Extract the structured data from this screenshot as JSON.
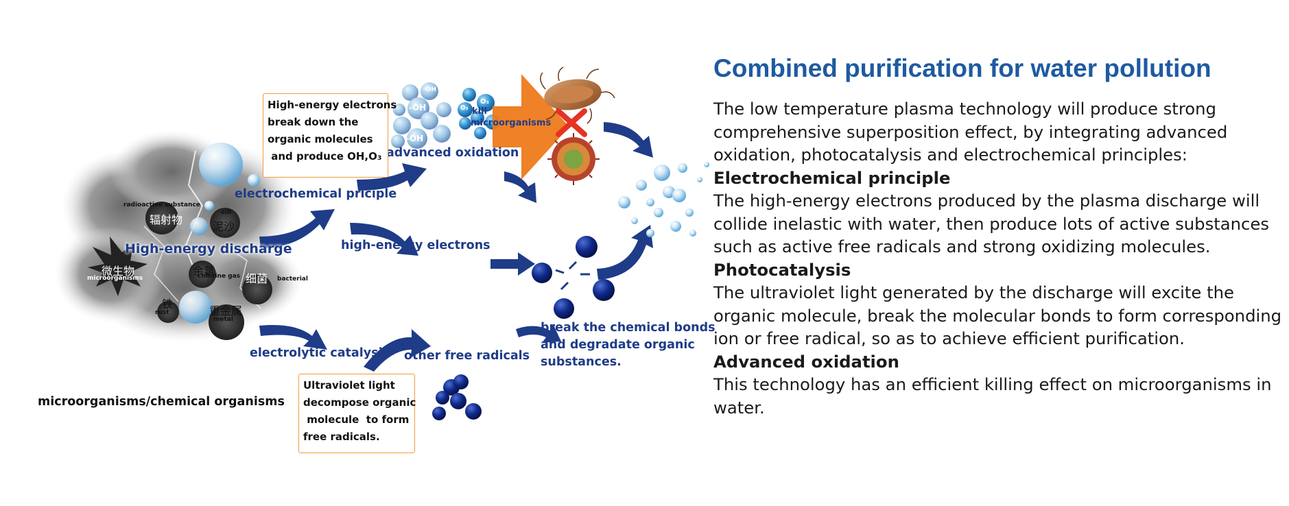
{
  "diagram": {
    "source_label": "microorganisms/chemical organisms",
    "center_label": "High-energy discharge",
    "pollutants": [
      {
        "cn": "辐射物",
        "en": "radioactive substance"
      },
      {
        "cn": "泥沙",
        "en": "silt"
      },
      {
        "cn": "微生物",
        "en": "microorganisms"
      },
      {
        "cn": "余氯",
        "en": "chlorine gas"
      },
      {
        "cn": "细菌",
        "en": "bacterial"
      },
      {
        "cn": "铁",
        "en": "rust"
      },
      {
        "cn": "重金属",
        "en": "metal"
      }
    ],
    "pathways": {
      "electrochemical": "electrochemical priciple",
      "electrons": "high-energy electrons",
      "electrolytic": "electrolytic catalysis",
      "advanced_oxidation": "advanced oxidation",
      "other_radicals": "other free radicals",
      "kill": "kill",
      "kill_target": "microorganisms",
      "break_bonds": [
        "break the chemical bonds",
        "and degradate organic",
        "substances."
      ]
    },
    "callout_top": [
      "High-energy electrons",
      "break down the",
      "organic molecules",
      " and produce OH,O₃"
    ],
    "callout_bottom": [
      "Ultraviolet light",
      "decompose organic",
      " molecule  to form",
      "free radicals."
    ],
    "oh_label": "-OH",
    "o3_label": "O₃",
    "colors": {
      "label_blue": "#1f3c88",
      "arrow_blue": "#1f3c88",
      "callout_border": "#f29a3c",
      "big_arrow": "#ee7a1a",
      "x_mark": "#e53324"
    }
  },
  "panel": {
    "title": "Combined purification for water pollution",
    "intro": "The low temperature plasma technology will produce strong comprehensive superposition effect, by integrating advanced oxidation, photocatalysis and electrochemical principles:",
    "sections": [
      {
        "heading": "Electrochemical principle",
        "body": "The high-energy electrons produced by the plasma discharge will collide inelastic with water, then produce lots of active substances such as active free radicals and strong oxidizing molecules."
      },
      {
        "heading": "Photocatalysis",
        "body": "The ultraviolet light generated by the discharge will excite the organic molecule, break the molecular bonds to form corresponding ion or free radical, so as to achieve efficient purification."
      },
      {
        "heading": "Advanced oxidation",
        "body": "This technology has an efficient killing effect on microorganisms in water."
      }
    ],
    "title_color": "#1e5aa0"
  }
}
